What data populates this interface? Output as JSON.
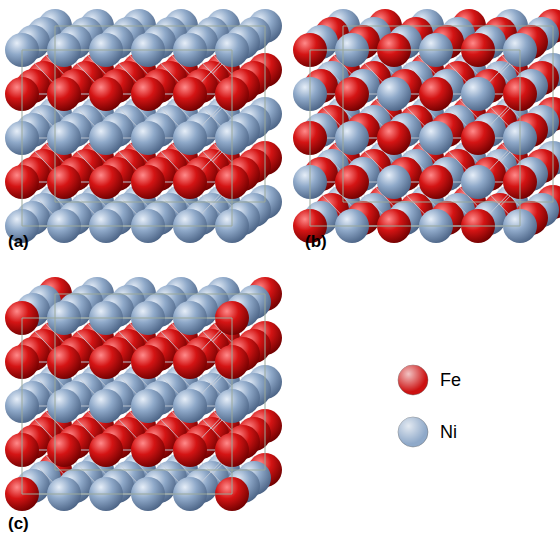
{
  "diagram": {
    "labels": [
      "(a)",
      "(b)",
      "(c)"
    ],
    "legend": [
      {
        "text": "Fe",
        "color": "#cc1111"
      },
      {
        "text": "Ni",
        "color": "#8fa9c9"
      }
    ]
  }
}
